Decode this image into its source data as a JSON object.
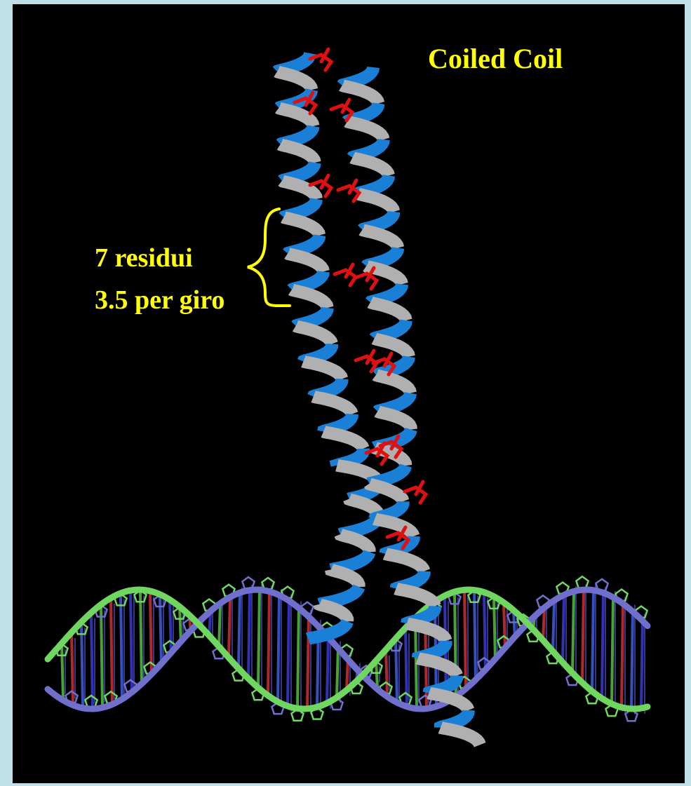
{
  "title": "Coiled Coil",
  "annotation": {
    "line1": "7 residui",
    "line2": "3.5 per giro"
  },
  "colors": {
    "background": "#bfe0e6",
    "panel": "#000000",
    "text": "#ffff00",
    "helix_blue": "#1a7fd6",
    "helix_gray": "#b0b0b0",
    "residue_red": "#e01010",
    "dna_strand_a": "#6fd660",
    "dna_strand_b": "#7070cc"
  }
}
